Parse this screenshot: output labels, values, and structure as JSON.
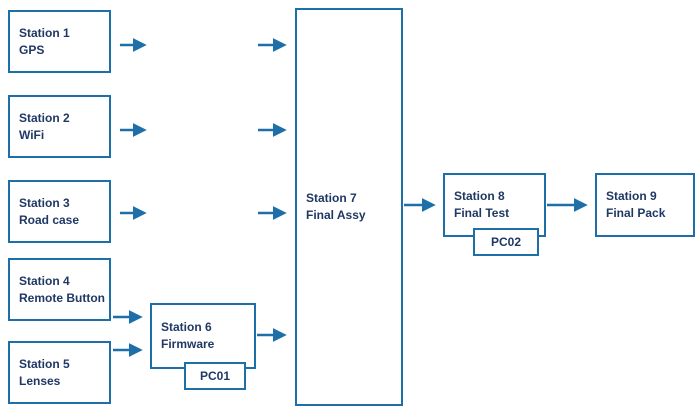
{
  "colors": {
    "line": "#1e6fa8",
    "text": "#1f3864",
    "box_bg": "#ffffff",
    "page_bg": "#ffffff"
  },
  "nodes": [
    {
      "id": "station-1",
      "line1": "Station 1",
      "line2": "GPS"
    },
    {
      "id": "station-2",
      "line1": "Station 2",
      "line2": "WiFi"
    },
    {
      "id": "station-3",
      "line1": "Station 3",
      "line2": "Road case"
    },
    {
      "id": "station-4",
      "line1": "Station 4",
      "line2": "Remote Button"
    },
    {
      "id": "station-5",
      "line1": "Station 5",
      "line2": "Lenses"
    },
    {
      "id": "station-6",
      "line1": "Station 6",
      "line2": "Firmware"
    },
    {
      "id": "station-7",
      "line1": "Station 7",
      "line2": "Final Assy"
    },
    {
      "id": "station-8",
      "line1": "Station 8",
      "line2": "Final Test"
    },
    {
      "id": "station-9",
      "line1": "Station 9",
      "line2": "Final Pack"
    }
  ],
  "tags": [
    {
      "id": "pc01",
      "label": "PC01"
    },
    {
      "id": "pc02",
      "label": "PC02"
    }
  ],
  "edges": [
    {
      "from": "station-1",
      "to": "station-7"
    },
    {
      "from": "station-2",
      "to": "station-7"
    },
    {
      "from": "station-3",
      "to": "station-7"
    },
    {
      "from": "station-4",
      "to": "station-6"
    },
    {
      "from": "station-5",
      "to": "station-6"
    },
    {
      "from": "station-6",
      "to": "station-7"
    },
    {
      "from": "station-7",
      "to": "station-8"
    },
    {
      "from": "station-8",
      "to": "station-9"
    }
  ]
}
